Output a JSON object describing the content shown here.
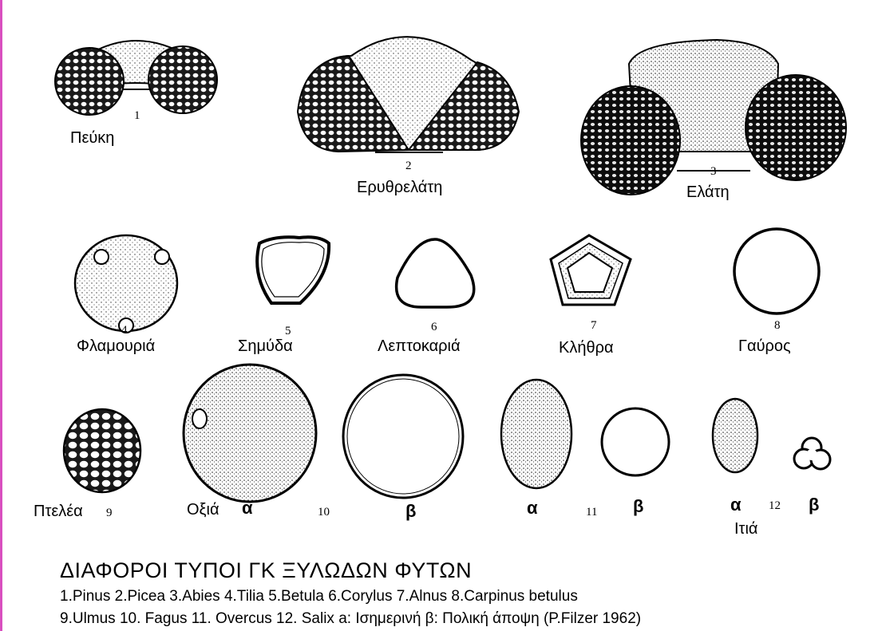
{
  "items": [
    {
      "num": "1",
      "name": "Πεύκη"
    },
    {
      "num": "2",
      "name": "Ερυθρελάτη"
    },
    {
      "num": "3",
      "name": "Ελάτη"
    },
    {
      "num": "4",
      "name": "Φλαμουριά"
    },
    {
      "num": "5",
      "name": "Σημύδα"
    },
    {
      "num": "6",
      "name": "Λεπτοκαριά"
    },
    {
      "num": "7",
      "name": "Κλήθρα"
    },
    {
      "num": "8",
      "name": "Γαύρος"
    },
    {
      "num": "9",
      "name": "Πτελέα"
    },
    {
      "num": "10",
      "name": "Οξιά"
    },
    {
      "num": "11",
      "name": ""
    },
    {
      "num": "12",
      "name": "Ιτιά"
    }
  ],
  "view_labels": {
    "equatorial": "α",
    "polar": "β"
  },
  "caption": {
    "title": "ΔΙΑΦΟΡΟΙ ΤΥΠΟΙ ΓΚ ΞΥΛΩΔΩΝ ΦΥΤΩΝ",
    "line1": "1.Pinus 2.Picea 3.Abies 4.Tilia 5.Betula 6.Corylus 7.Alnus 8.Carpinus betulus",
    "line2": "9.Ulmus 10. Fagus 11. Overcus 12. Salix a: Ισημερινή β: Πολική άποψη (P.Filzer 1962)"
  }
}
